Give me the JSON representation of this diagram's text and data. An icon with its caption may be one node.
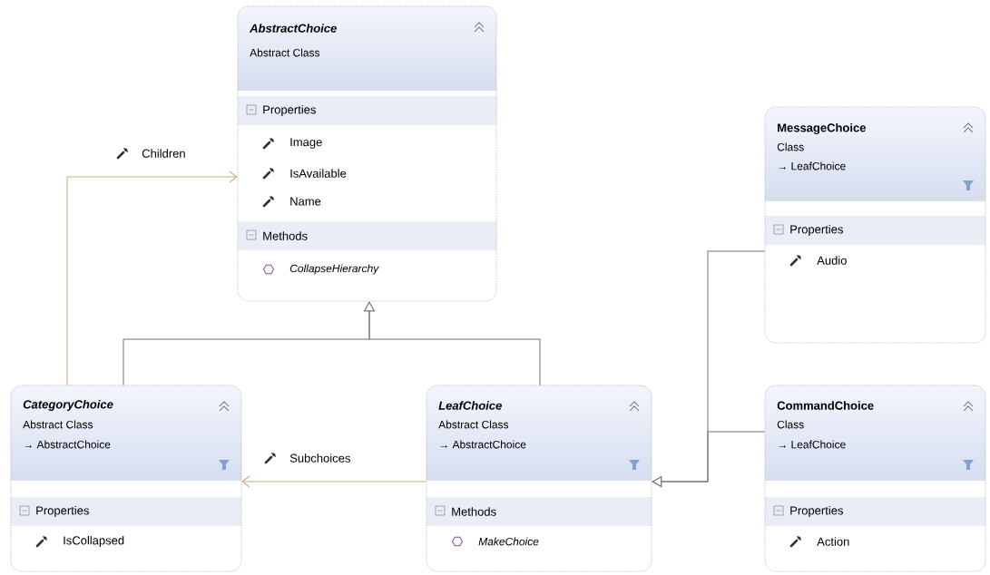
{
  "diagram": {
    "nodes": [
      {
        "text": [
          "AbstractChoice",
          "Abstract Class",
          "Properties",
          "Image",
          "IsAvailable",
          "Name",
          "Methods",
          "CollapseHierarchy"
        ]
      },
      {
        "text": [
          "CategoryChoice",
          "Abstract Class",
          "→ AbstractChoice",
          "Properties",
          "IsCollapsed"
        ]
      },
      {
        "text": [
          "LeafChoice",
          "Abstract Class",
          "→ AbstractChoice",
          "Methods",
          "MakeChoice"
        ]
      },
      {
        "text": [
          "MessageChoice",
          "Class",
          "→ LeafChoice",
          "Properties",
          "Audio"
        ]
      },
      {
        "text": [
          "CommandChoice",
          "Class",
          "→ LeafChoice",
          "Properties",
          "Action"
        ]
      }
    ],
    "edges": [
      {
        "from": 1,
        "to": 0,
        "arrow": "to"
      },
      {
        "from": 1,
        "to": 0,
        "arrow": "to",
        "label": "Children",
        "color": "#c8a887"
      },
      {
        "from": 2,
        "to": 0,
        "arrow": "to"
      },
      {
        "from": 2,
        "to": 1,
        "arrow": "to",
        "label": "Subchoices",
        "color": "#c8a887"
      },
      {
        "from": 3,
        "to": 2,
        "arrow": "to"
      },
      {
        "from": 4,
        "to": 2,
        "arrow": "to"
      }
    ]
  }
}
